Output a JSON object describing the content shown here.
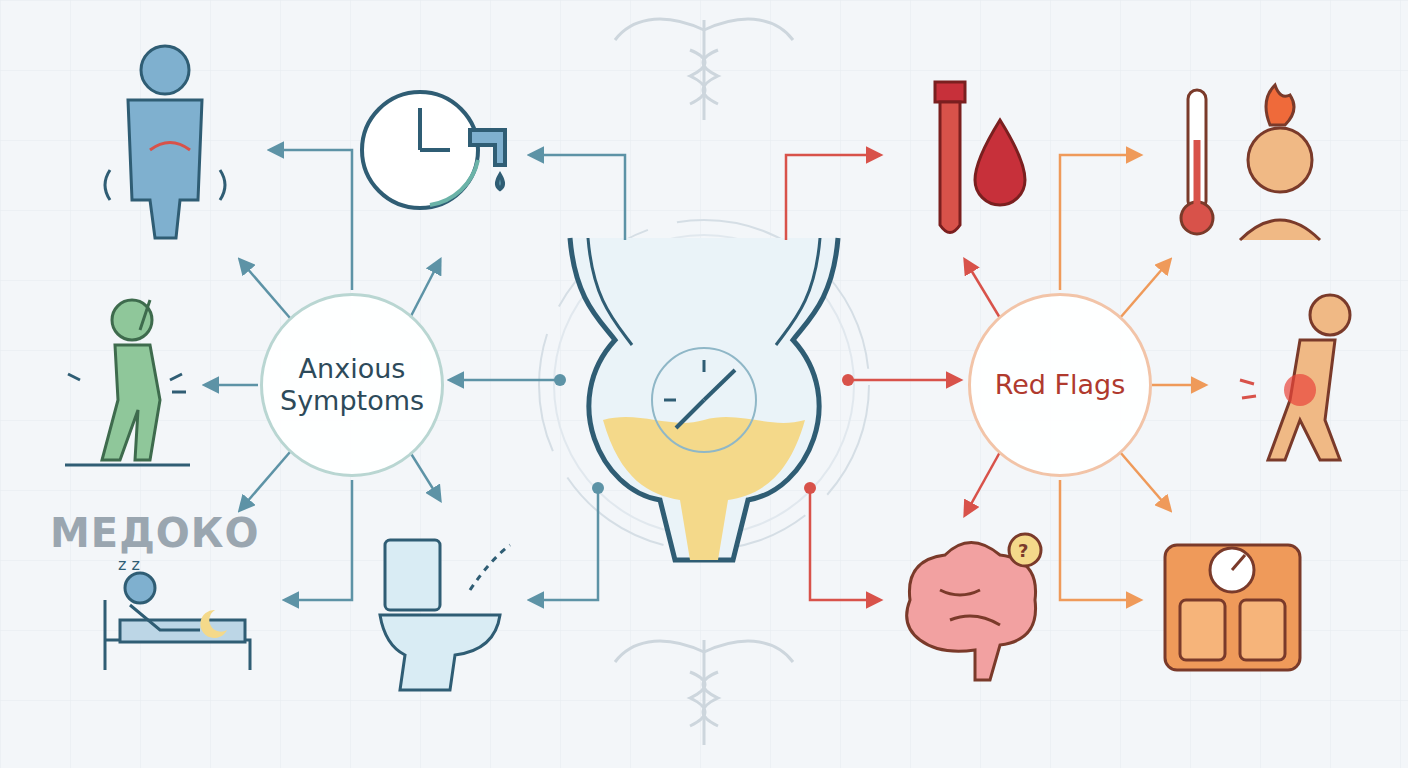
{
  "diagram": {
    "nodes": [
      {
        "text": [
          "Anxious Symptoms"
        ]
      },
      {
        "text": [
          "Red Flags"
        ]
      }
    ],
    "labels": [
      "МЕДОКО"
    ]
  }
}
